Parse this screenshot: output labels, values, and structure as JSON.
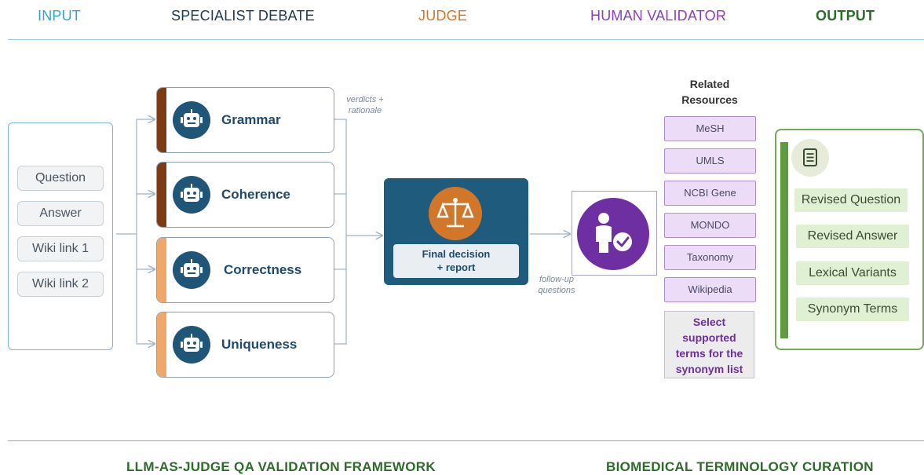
{
  "header": {
    "input": "INPUT",
    "specialist": "SPECIALIST DEBATE",
    "judge": "JUDGE",
    "human": "HUMAN VALIDATOR",
    "output": "OUTPUT"
  },
  "colors": {
    "input_header": "#33a3d6",
    "specialist_header": "#1f3a4f",
    "judge_header": "#d2762a",
    "human_header": "#8a3fc2",
    "output_header": "#2e6b2a",
    "judge_box": "#1f5b7c",
    "robot_circle": "#1f5577",
    "bar_dark": "#7b3b14",
    "bar_light": "#f0a868",
    "human_circle": "#6d2fa1",
    "output_green": "#6fac55"
  },
  "input": {
    "items": [
      "Question",
      "Answer",
      "Wiki link 1",
      "Wiki link 2"
    ]
  },
  "specialists": [
    {
      "label": "Grammar",
      "icon": "robot-icon"
    },
    {
      "label": "Coherence",
      "icon": "robot-icon"
    },
    {
      "label": "Correctness",
      "icon": "robot-icon"
    },
    {
      "label": "Uniqueness",
      "icon": "robot-icon"
    }
  ],
  "notes": {
    "verdicts_1": "verdicts +",
    "verdicts_2": "rationale",
    "followup_1": "follow-up",
    "followup_2": "questions"
  },
  "judge": {
    "icon": "scale-icon",
    "decision_1": "Final decision",
    "decision_2": "+ report"
  },
  "human": {
    "icon": "person-check-icon"
  },
  "resources": {
    "title_1": "Related",
    "title_2": "Resources",
    "items": [
      "MeSH",
      "UMLS",
      "NCBI Gene",
      "MONDO",
      "Taxonomy",
      "Wikipedia"
    ],
    "select_1": "Select",
    "select_2": "supported",
    "select_3": "terms for the",
    "select_4": "synonym list"
  },
  "output": {
    "icon": "document-icon",
    "items": [
      "Revised Question",
      "Revised Answer",
      "Lexical Variants",
      "Synonym Terms"
    ]
  },
  "footer": {
    "left": "LLM-AS-JUDGE QA VALIDATION FRAMEWORK",
    "right": "BIOMEDICAL TERMINOLOGY CURATION"
  }
}
